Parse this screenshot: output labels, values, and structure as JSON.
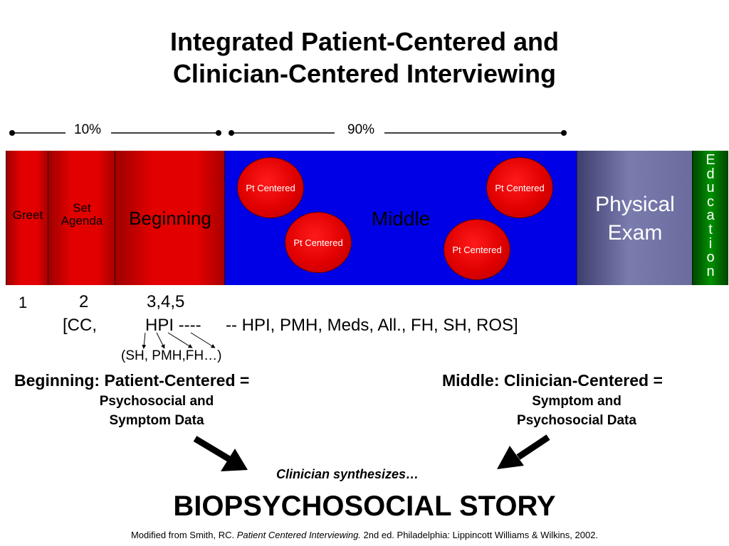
{
  "title_line1": "Integrated Patient-Centered and",
  "title_line2": "Clinician-Centered Interviewing",
  "timeline": {
    "left_percent": "10%",
    "right_percent": "90%"
  },
  "segments": {
    "greet": "Greet",
    "set_agenda_1": "Set",
    "set_agenda_2": "Agenda",
    "beginning": "Beginning",
    "middle": "Middle",
    "physical_exam_1": "Physical",
    "physical_exam_2": "Exam",
    "education_letters": [
      "E",
      "d",
      "u",
      "c",
      "a",
      "t",
      "i",
      "o",
      "n"
    ]
  },
  "pt_centered_label": "Pt Centered",
  "step_numbers": {
    "greet": "1",
    "agenda": "2",
    "beginning": "3,4,5"
  },
  "data_line": {
    "cc": "[CC,",
    "hpi": "HPI ----",
    "rest": "-- HPI, PMH, Meds, All., FH, SH, ROS]"
  },
  "sub_note": "(SH, PMH,FH…)",
  "beginning_summary": {
    "heading": "Beginning: Patient-Centered =",
    "line1": "Psychosocial and",
    "line2": "Symptom Data"
  },
  "middle_summary": {
    "heading": "Middle: Clinician-Centered =",
    "line1": "Symptom and",
    "line2": "Psychosocial Data"
  },
  "synthesizes": "Clinician synthesizes…",
  "story": "BIOPSYCHOSOCIAL STORY",
  "citation": {
    "prefix": "Modified from Smith, RC. ",
    "book": "Patient Centered Interviewing.",
    "suffix": " 2nd ed. Philadelphia: Lippincott Williams & Wilkins, 2002."
  },
  "colors": {
    "red_phase": "#e30000",
    "middle_phase": "#0000e6",
    "exam_phase": "#6a6c9e",
    "education_phase": "#008000",
    "circle": "#e00000"
  }
}
